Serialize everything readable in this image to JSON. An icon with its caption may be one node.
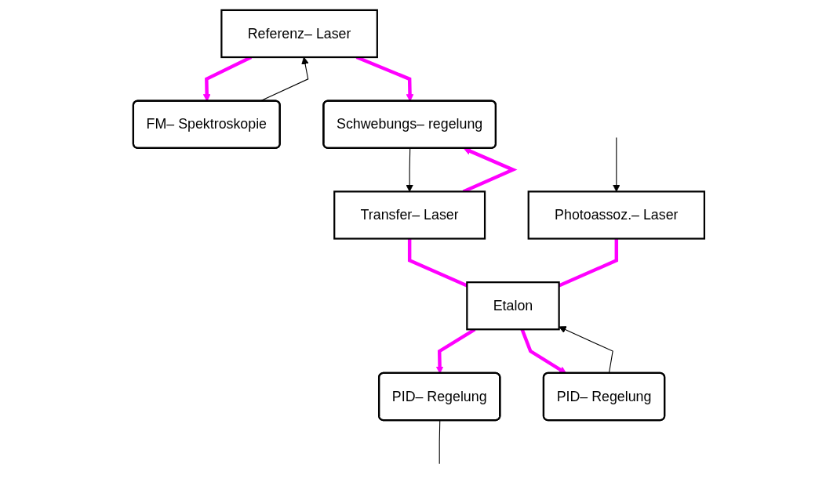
{
  "diagram": {
    "nodes": [
      {
        "text": [
          "PID– Regelung"
        ]
      },
      {
        "text": [
          "Etalon"
        ]
      },
      {
        "text": [
          "Referenz– Laser"
        ]
      },
      {
        "text": [
          "Transfer– Laser"
        ]
      },
      {
        "text": [
          "Photoassoz.– Laser"
        ]
      },
      {
        "text": [
          "FM– Spektroskopie"
        ]
      },
      {
        "text": [
          "Schwebungs– regelung"
        ]
      },
      {
        "text": [
          "PID– Regelung"
        ]
      }
    ],
    "edges": [
      {
        "from": 2,
        "to": 5,
        "arrow": "to"
      },
      {
        "from": 2,
        "to": 6,
        "arrow": "to"
      },
      {
        "from": 3,
        "to": 6,
        "arrow": "to"
      },
      {
        "from": 3,
        "to": 1,
        "arrow": "none"
      },
      {
        "from": 1,
        "to": 7,
        "arrow": "to"
      },
      {
        "from": 4,
        "to": 1,
        "arrow": "none"
      },
      {
        "from": 1,
        "to": 0,
        "arrow": "to"
      },
      {
        "from": 5,
        "to": 2,
        "arrow": "to",
        "color": "#000000"
      },
      {
        "from": 6,
        "to": 3,
        "arrow": "to",
        "color": "#000000"
      },
      {
        "from": 7,
        "to": 1,
        "arrow": "to",
        "color": "#000000"
      },
      {
        "from": 0,
        "to": null,
        "arrow": "none",
        "color": "#000000"
      },
      {
        "from": null,
        "to": 4,
        "arrow": "to",
        "color": "#000000"
      }
    ]
  }
}
